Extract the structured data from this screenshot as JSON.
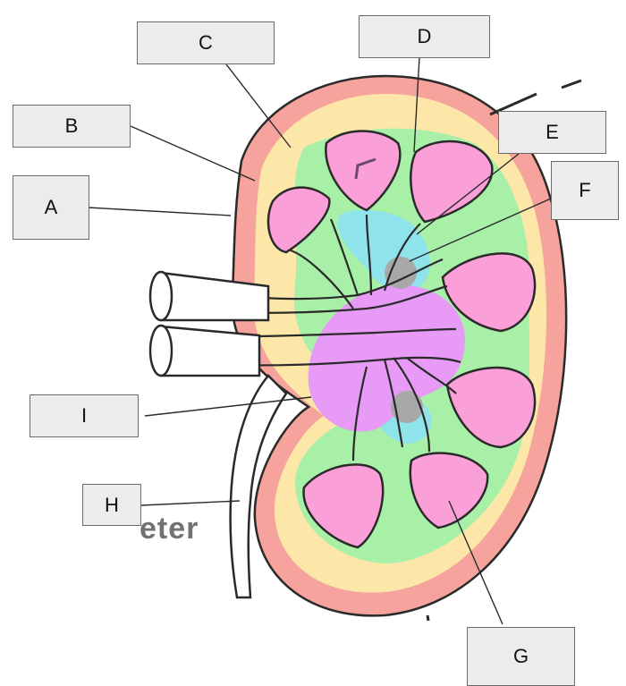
{
  "labels": {
    "A": "A",
    "B": "B",
    "C": "C",
    "D": "D",
    "E": "E",
    "F": "F",
    "G": "G",
    "H": "H",
    "I": "I"
  },
  "fragment_text": "eter",
  "colors": {
    "capsule": "#f5a39c",
    "cortex": "#fde7a8",
    "column": "#a8f0a8",
    "pyramid": "#fb9fd8",
    "pelvis": "#e79af6",
    "calyx": "#8fe3ea",
    "blob": "#a8a8a8",
    "outline": "#2a2a2a",
    "label_bg": "#ececec",
    "label_border": "#6b6b6b"
  }
}
